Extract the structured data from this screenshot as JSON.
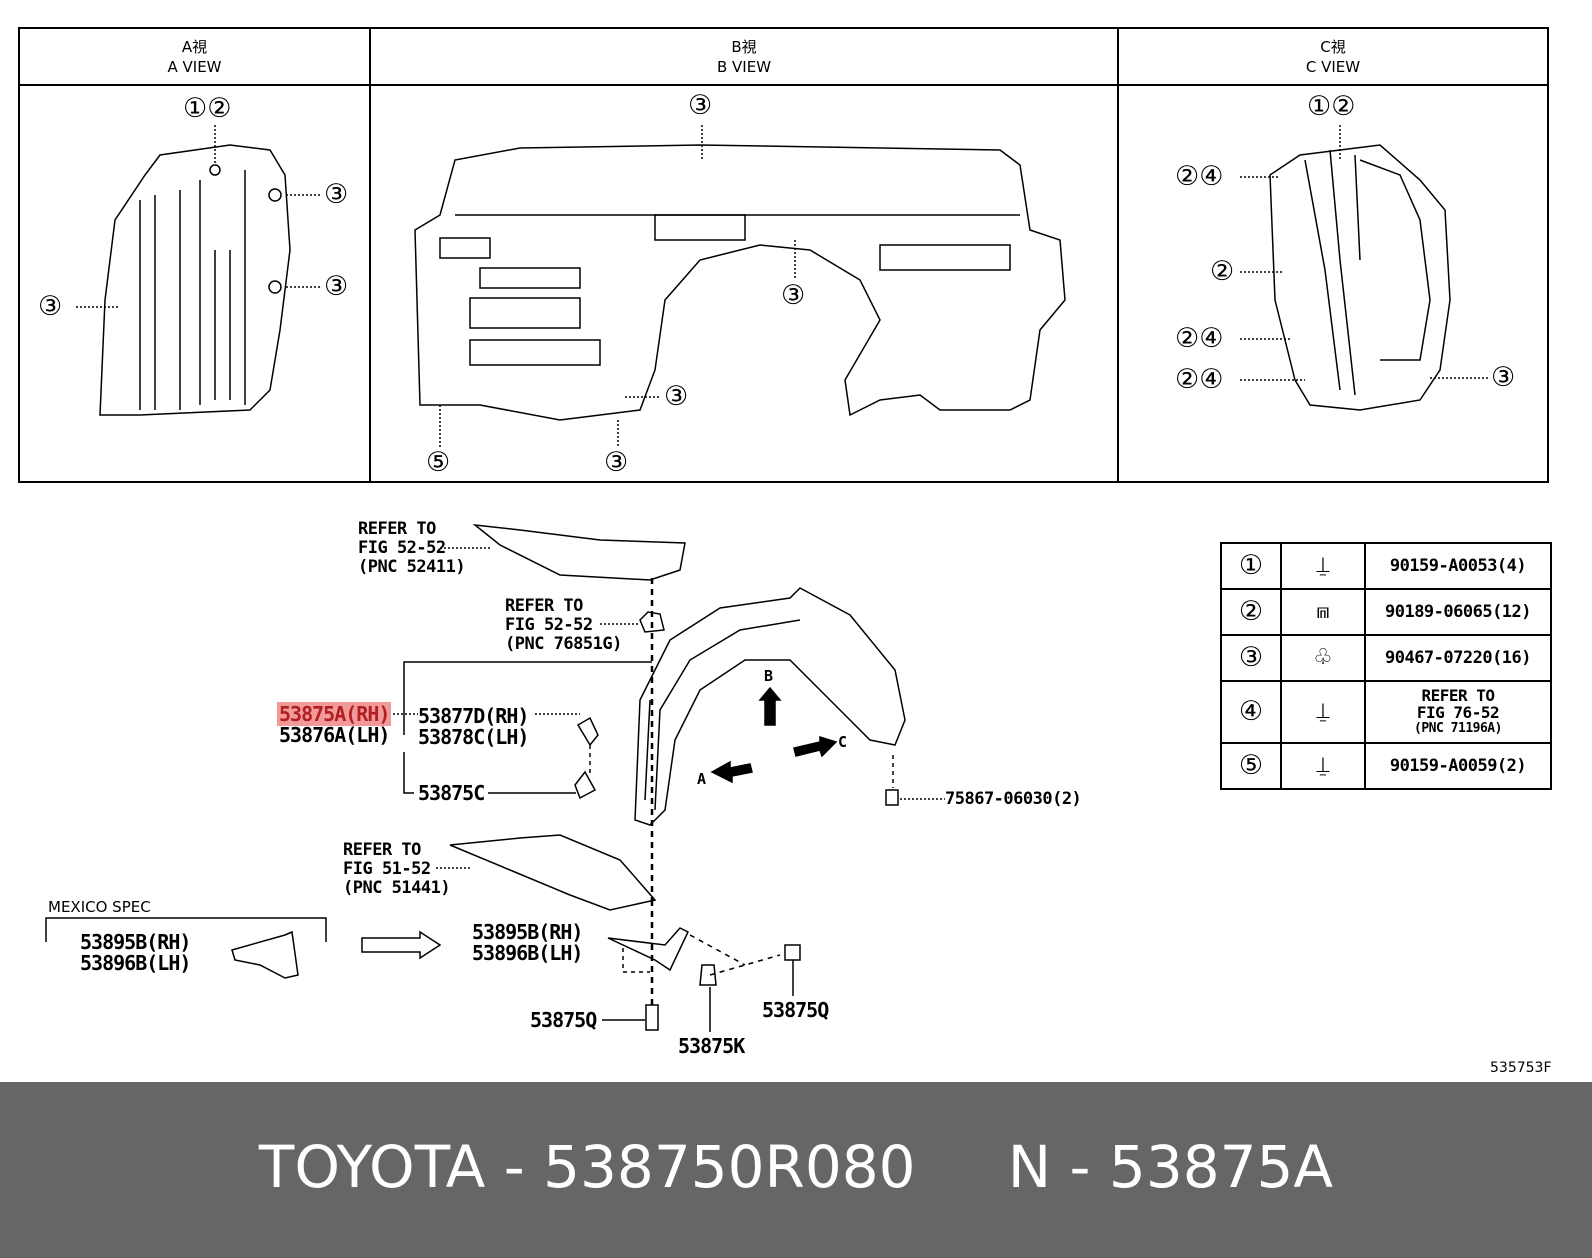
{
  "views": [
    {
      "title_jp": "A視",
      "title_en": "A VIEW",
      "callouts": [
        "①②",
        "③",
        "③",
        "③"
      ]
    },
    {
      "title_jp": "B視",
      "title_en": "B VIEW",
      "callouts": [
        "③",
        "③",
        "③",
        "⑤",
        "③"
      ]
    },
    {
      "title_jp": "C視",
      "title_en": "C VIEW",
      "callouts": [
        "①②",
        "②④",
        "②",
        "②④",
        "②④",
        "③"
      ]
    }
  ],
  "labels": {
    "ref1": [
      "REFER TO",
      "FIG 52-52",
      "(PNC 52411)"
    ],
    "ref2": [
      "REFER TO",
      "FIG 52-52",
      "(PNC 76851G)"
    ],
    "ref3": [
      "REFER TO",
      "FIG 51-52",
      "(PNC 51441)"
    ],
    "main_rh": "53875A(RH)",
    "main_lh": "53876A(LH)",
    "p53877": "53877D(RH)",
    "p53878": "53878C(LH)",
    "p53875c": "53875C",
    "p75867": "75867-06030(2)",
    "mexico_spec": "MEXICO SPEC",
    "mex_rh": "53895B(RH)",
    "mex_lh": "53896B(LH)",
    "p53895": "53895B(RH)",
    "p53896": "53896B(LH)",
    "p53875q_a": "53875Q",
    "p53875q_b": "53875Q",
    "p53875k": "53875K",
    "arrow_a": "A",
    "arrow_b": "B",
    "arrow_c": "C",
    "figure_code": "535753F"
  },
  "legend": [
    {
      "num": "①",
      "icon": "bolt-icon",
      "part": "90159-A0053(4)"
    },
    {
      "num": "②",
      "icon": "nut-clip-icon",
      "part": "90189-06065(12)"
    },
    {
      "num": "③",
      "icon": "push-clip-icon",
      "part": "90467-07220(16)"
    },
    {
      "num": "④",
      "icon": "bolt-icon",
      "part": [
        "REFER TO",
        "FIG 76-52",
        "(PNC 71196A)"
      ]
    },
    {
      "num": "⑤",
      "icon": "bolt-icon",
      "part": "90159-A0059(2)"
    }
  ],
  "footer": {
    "brand": "TOYOTA",
    "part_number": "538750R080",
    "ref": "N - 53875A"
  },
  "colors": {
    "highlight": "#f29a9a",
    "footer_bg": "#666666"
  }
}
